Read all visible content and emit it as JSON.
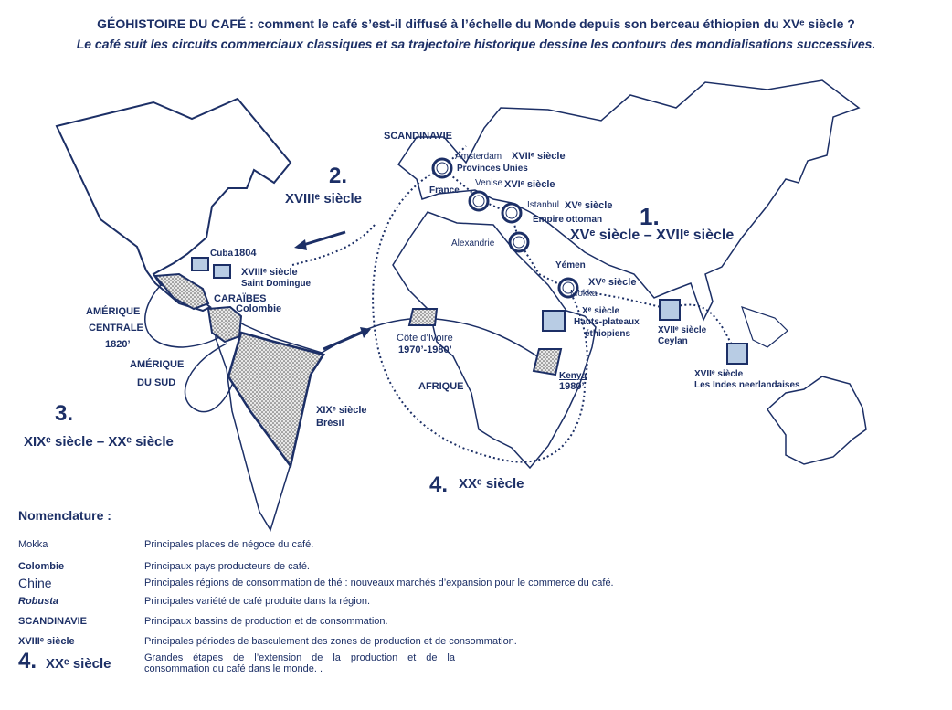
{
  "header": {
    "title": "GÉOHISTOIRE DU CAFÉ : comment le café s’est-il diffusé à l’échelle du Monde depuis son berceau éthiopien du XVᵉ siècle ?",
    "subtitle": "Le café suit les circuits commerciaux classiques et sa trajectoire historique dessine les contours des mondialisations successives."
  },
  "map": {
    "places": {
      "scandinavie": "SCANDINAVIE",
      "amsterdam": "Amsterdam",
      "provinces_unies": "Provinces Unies",
      "france": "France",
      "venise": "Venise",
      "istanbul": "Istanbul",
      "empire_ottoman": "Empire ottoman",
      "alexandrie": "Alexandrie",
      "yemen": "Yémen",
      "mokka": "Mokka",
      "hauts_plateaux_1": "Hauts-plateaux",
      "hauts_plateaux_2": "éthiopiens",
      "ceylan": "Ceylan",
      "indes": "Les Indes neerlandaises",
      "cuba": "Cuba",
      "saint_domingue": "Saint Domingue",
      "caraibes": "CARAÏBES",
      "colombie": "Colombie",
      "amerique_centrale_1": "AMÉRIQUE",
      "amerique_centrale_2": "CENTRALE",
      "amerique_sud_1": "AMÉRIQUE",
      "amerique_sud_2": "DU SUD",
      "bresil": "Brésil",
      "cote_ivoire": "Côte d’Ivoire",
      "afrique": "AFRIQUE",
      "kenya": "Kenya"
    },
    "dates": {
      "d1804": "1804",
      "d1820": "1820’",
      "d1970": "1970’-1980’",
      "d1980": "1980’"
    },
    "centuries": {
      "amsterdam": "XVIIᵉ siècle",
      "venise": "XVIᵉ siècle",
      "istanbul": "XVᵉ siècle",
      "mokka": "XVᵉ siècle",
      "ethiopie": "Xᵉ siècle",
      "ceylan": "XVIIᵉ siècle",
      "indes": "XVIIᵉ siècle",
      "saint_domingue": "XVIIIᵉ siècle",
      "bresil": "XIXᵉ siècle"
    },
    "stages": [
      {
        "number": "1.",
        "label": "XVᵉ siècle – XVIIᵉ siècle"
      },
      {
        "number": "2.",
        "label": "XVIIIᵉ siècle"
      },
      {
        "number": "3.",
        "label": "XIXᵉ siècle – XXᵉ siècle"
      },
      {
        "number": "4.",
        "label": "XXᵉ siècle"
      }
    ]
  },
  "legend": {
    "title": "Nomenclature :",
    "rows": [
      {
        "key": "Mokka",
        "desc": "Principales places de négoce du café."
      },
      {
        "key": "Colombie",
        "desc": "Principaux pays producteurs de café."
      },
      {
        "key": "Chine",
        "desc": "Principales régions de consommation de thé : nouveaux marchés d’expansion pour le commerce du café."
      },
      {
        "key": "Robusta",
        "desc": "Principales variété de café produite dans la région."
      },
      {
        "key": "SCANDINAVIE",
        "desc": "Principaux bassins de production et de consommation."
      },
      {
        "key": "XVIIIᵉ siècle",
        "desc": "Principales périodes de basculement des zones de production et de consommation."
      },
      {
        "key_number": "4.",
        "key": "XXᵉ siècle",
        "desc": "Grandes étapes de l’extension de la production et de la consommation du café dans le monde. ."
      }
    ]
  },
  "colors": {
    "ink": "#1c2f66",
    "fill_light": "#b8cce4",
    "route": "#1c2f66"
  }
}
